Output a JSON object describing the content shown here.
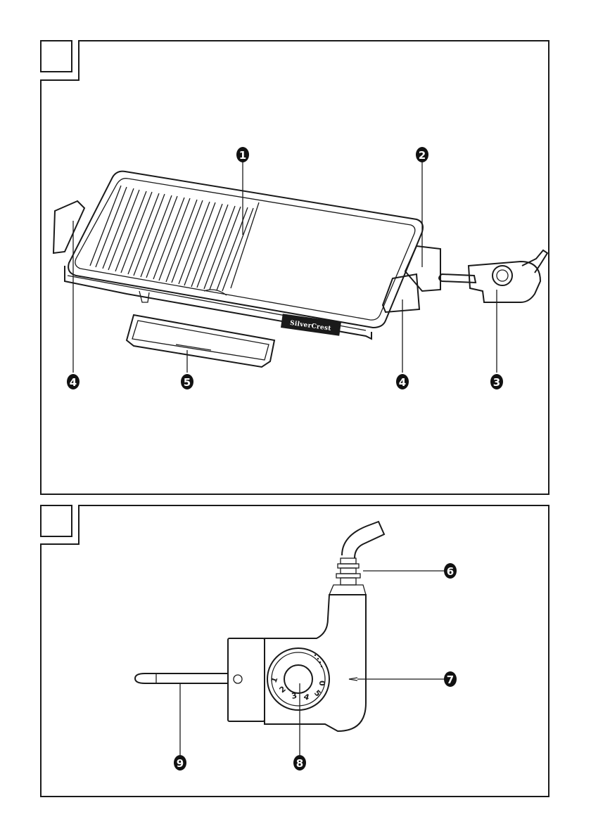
{
  "figure_a": {
    "callouts": {
      "c1": "1",
      "c2": "2",
      "c3": "3",
      "c4_left": "4",
      "c4_right": "4",
      "c5": "5"
    },
    "brand_label": "SilverCrest"
  },
  "figure_b": {
    "callouts": {
      "c6": "6",
      "c7": "7",
      "c8": "8",
      "c9": "9"
    },
    "dial_marks": {
      "d0": "0",
      "d1": "1",
      "d2": "2",
      "d3": "3",
      "d4": "4",
      "d5": "5"
    }
  },
  "colors": {
    "line": "#1a1a1a",
    "callout_fill": "#111111",
    "background": "#ffffff"
  }
}
